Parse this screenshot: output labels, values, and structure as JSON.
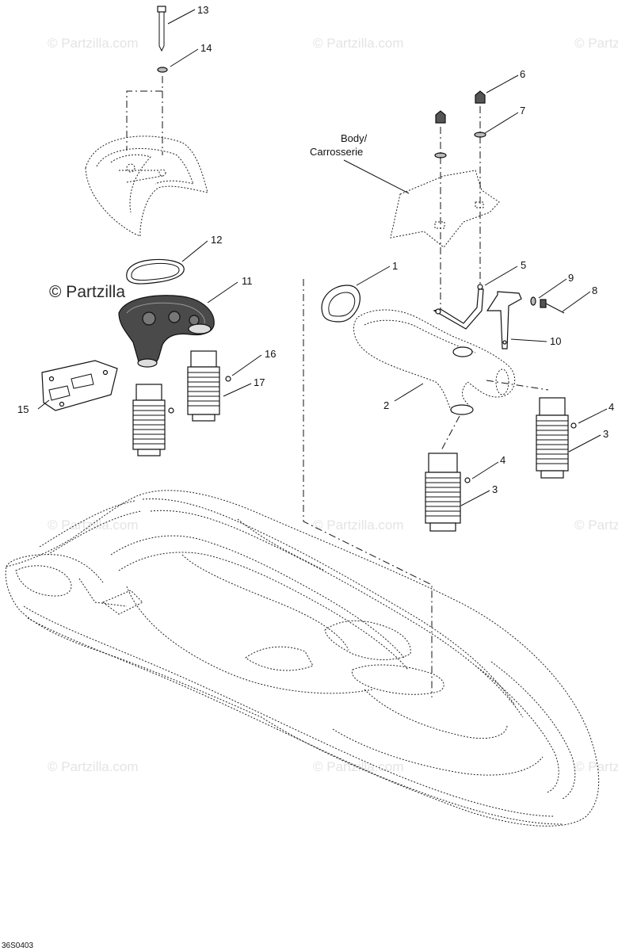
{
  "watermark_text": "© Partzilla.com",
  "watermark_main_text": "© Partzilla",
  "body_label_line1": "Body/",
  "body_label_line2": "Carrosserie",
  "drawing_code": "36S0403",
  "callouts": {
    "c1": "1",
    "c2": "2",
    "c3a": "3",
    "c3b": "3",
    "c4a": "4",
    "c4b": "4",
    "c5": "5",
    "c6": "6",
    "c7": "7",
    "c8": "8",
    "c9": "9",
    "c10": "10",
    "c11": "11",
    "c12": "12",
    "c13": "13",
    "c14": "14",
    "c15": "15",
    "c16": "16",
    "c17": "17"
  }
}
